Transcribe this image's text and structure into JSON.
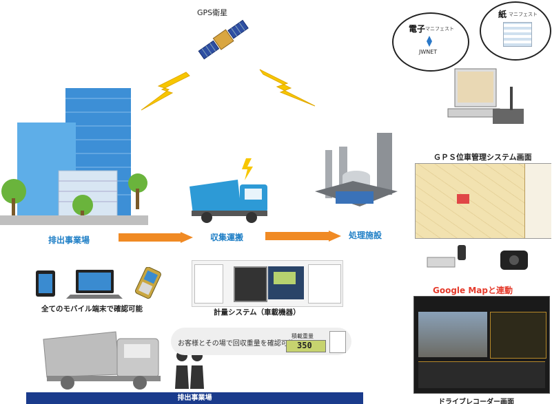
{
  "gps_label": "GPS衛星",
  "nodes": {
    "emission_site": "排出事業場",
    "collection": "収集運搬",
    "disposal": "処理施設"
  },
  "mobile_caption": "全てのモバイル端末で確認可能",
  "scale_caption": "計量システム（車載機器）",
  "gps_screen_caption": "ＧＰＳ位車管理システム画面",
  "google_map_caption": "Google Mapと連動",
  "drive_recorder_caption": "ドライブレコーダー画面",
  "bubbles": {
    "electronic": {
      "title": "電子",
      "sub": "マニフェスト",
      "logo": "JWNET"
    },
    "paper": {
      "title": "紙",
      "sub": "マニフェスト"
    }
  },
  "speech_text": "お客様とその場で回収重量を確認可能",
  "weight_display": {
    "label": "積載重量",
    "value": "350"
  },
  "footer_bar": "排出事業場",
  "colors": {
    "accent_blue": "#1f7fc6",
    "arrow_orange": "#f08a24",
    "bolt_yellow": "#f7c600",
    "footer_navy": "#1a3b8c",
    "google_red": "#e53b2c"
  }
}
